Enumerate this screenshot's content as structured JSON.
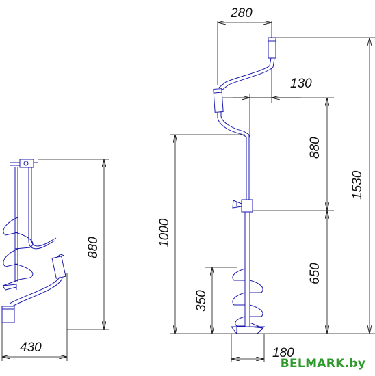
{
  "dimensions": {
    "top_width": "280",
    "handle_offset": "130",
    "upper_section": "880",
    "total_length": "1530",
    "lower_mark": "1000",
    "lower_section": "650",
    "auger_length": "350",
    "diameter": "180",
    "folded_length": "880",
    "folded_width": "430"
  },
  "watermark": "BELMARK.by",
  "colors": {
    "drawing": "#1a1ab0",
    "dimension": "#111111",
    "watermark": "#2f9a2c"
  }
}
